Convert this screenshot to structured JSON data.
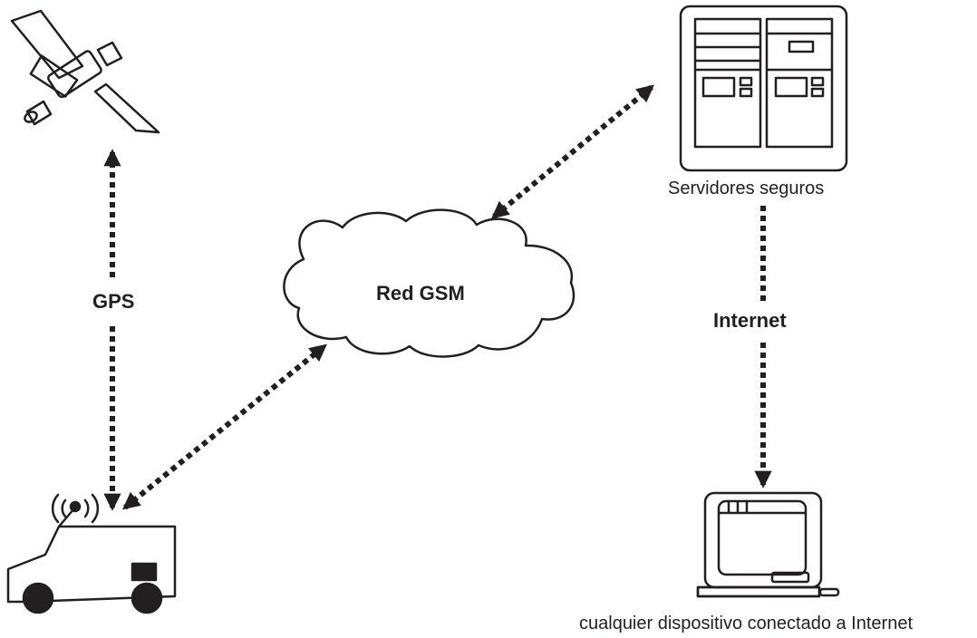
{
  "nodes": {
    "satellite": {
      "icon": "satellite-icon"
    },
    "vehicle": {
      "icon": "truck-icon"
    },
    "gsm_network": {
      "label": "Red GSM",
      "icon": "cloud-icon"
    },
    "servers": {
      "label": "Servidores seguros",
      "icon": "server-icon"
    },
    "device": {
      "label": "cualquier dispositivo conectado a Internet",
      "icon": "computer-icon"
    }
  },
  "links": {
    "gps": {
      "label": "GPS"
    },
    "internet": {
      "label": "Internet"
    }
  },
  "colors": {
    "stroke": "#231f20",
    "background": "#ffffff"
  }
}
